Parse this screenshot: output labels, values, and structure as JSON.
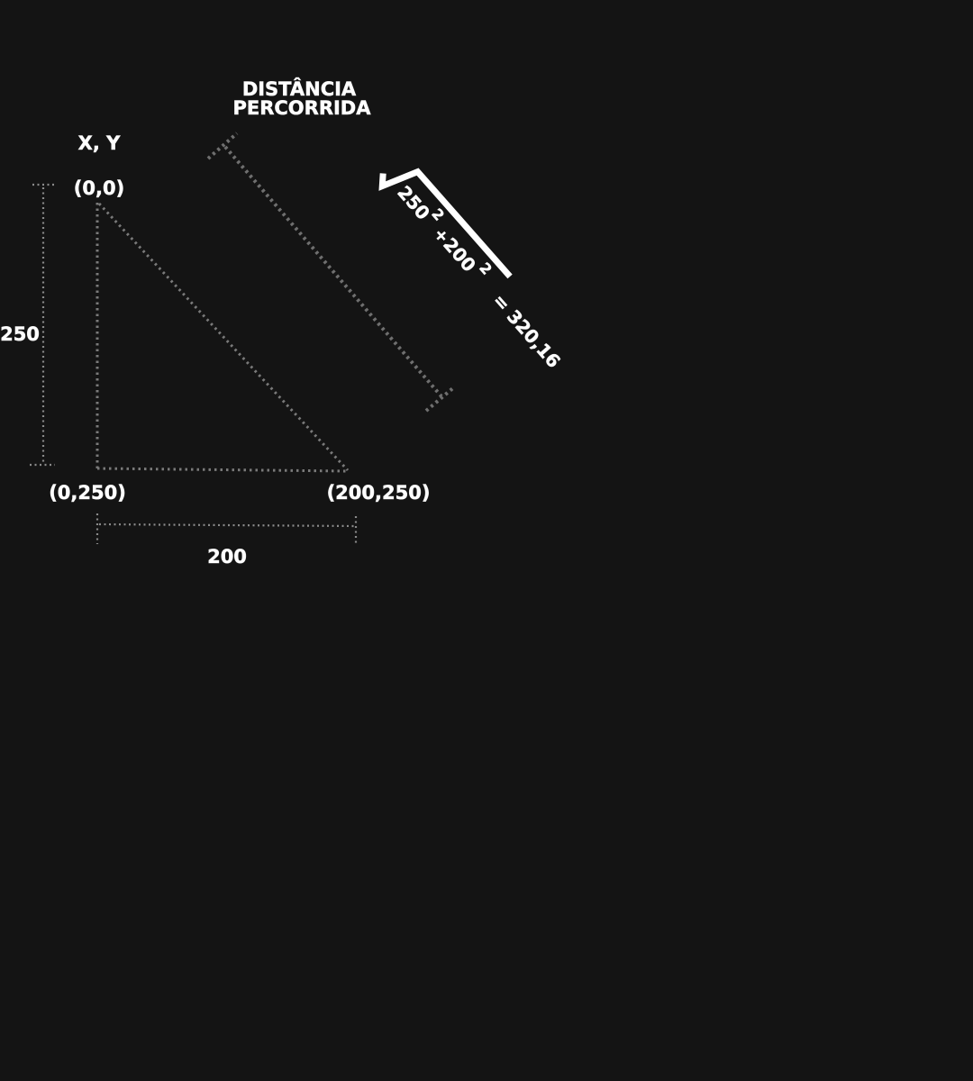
{
  "labels": {
    "distance_line1": "DISTÂNCIA",
    "distance_line2": "PERCORRIDA",
    "coords_header": "X, Y",
    "origin": "(0,0)",
    "bottom_left": "(0,250)",
    "bottom_right": "(200,250)",
    "height": "250",
    "width": "200"
  },
  "formula": {
    "a": "250",
    "a_exp": "2",
    "plus": "+",
    "b": "200",
    "b_exp": "2",
    "result": "= 320,16"
  },
  "colors": {
    "background": "#141414",
    "text": "#ffffff",
    "dotted_lines": "#7a7a7a"
  }
}
